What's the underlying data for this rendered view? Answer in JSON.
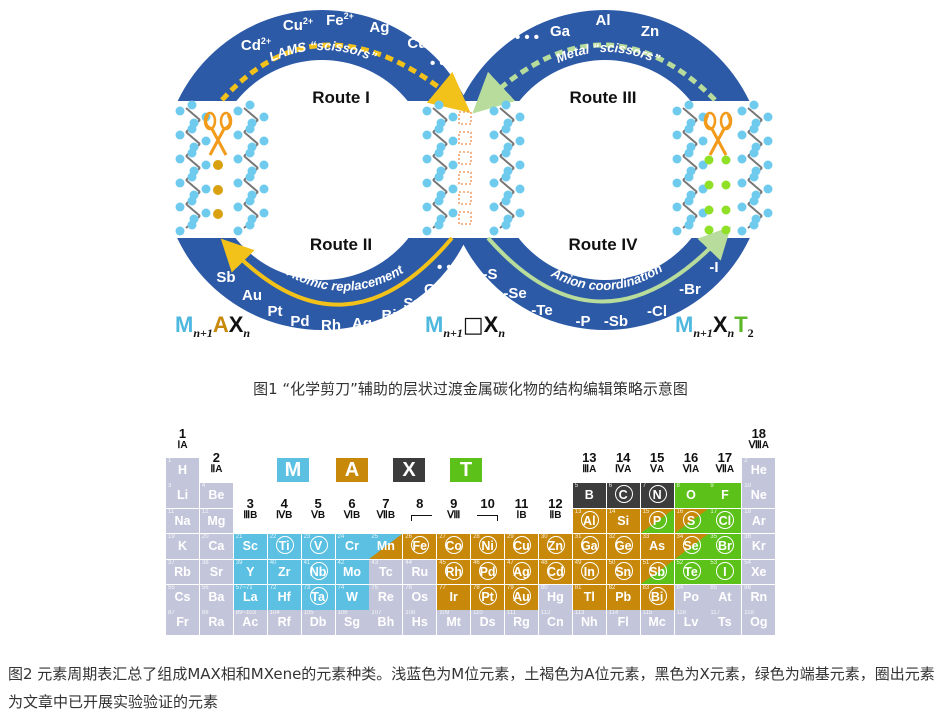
{
  "figure1": {
    "routes": [
      "Route I",
      "Route II",
      "Route III",
      "Route IV"
    ],
    "route1": {
      "label": "LAMS “scissors”",
      "ions": [
        {
          "s": "Cd",
          "c": "2+"
        },
        {
          "s": "Cu",
          "c": "2+"
        },
        {
          "s": "Fe",
          "c": "2+"
        },
        {
          "s": "Ag",
          "c": "+"
        },
        {
          "s": "Cu",
          "c": "+"
        },
        {
          "s": "• • •",
          "c": ""
        }
      ]
    },
    "route3": {
      "label": "Metal “scissors”",
      "ions": [
        "• • •",
        "Ga",
        "Al",
        "Zn"
      ]
    },
    "route2": {
      "label": "Atomic replacement",
      "elements": [
        "Sb",
        "Au",
        "Pt",
        "Pd",
        "Rh",
        "Ag",
        "Bi",
        "Sn",
        "Ga",
        "• • •"
      ]
    },
    "route4": {
      "label": "Anion coordination",
      "elements": [
        "-S",
        "-Se",
        "-Te",
        "-P",
        "-Sb",
        "-Cl",
        "-Br",
        "-I"
      ]
    },
    "formulas": {
      "max": {
        "m": "M",
        "sub1": "n+1",
        "a": "A",
        "x": "X",
        "sub2": "n"
      },
      "vacancy": {
        "m": "M",
        "sub1": "n+1",
        "v": "□",
        "x": "X",
        "sub2": "n"
      },
      "mxene": {
        "m": "M",
        "sub1": "n+1",
        "x": "X",
        "sub2": "n",
        "t": "T",
        "sub3": "2"
      }
    },
    "colors": {
      "ring": "#2d5aa6",
      "m": "#4fb8de",
      "a": "#c8890a",
      "t": "#5cb82a",
      "lams": "#f2c21a",
      "metal": "#b7dc9c"
    }
  },
  "caption1": "图1 “化学剪刀”辅助的层状过渡金属碳化物的结构编辑策略示意图",
  "periodic_table": {
    "legend": [
      {
        "label": "M",
        "color": "#5bc0e2"
      },
      {
        "label": "A",
        "color": "#c8890a"
      },
      {
        "label": "X",
        "color": "#3c3c3c"
      },
      {
        "label": "T",
        "color": "#5cc21a"
      }
    ],
    "groups": [
      {
        "n": "1",
        "r": "ⅠA"
      },
      {
        "n": "2",
        "r": "ⅡA"
      },
      {
        "n": "3",
        "r": "ⅢB"
      },
      {
        "n": "4",
        "r": "ⅣB"
      },
      {
        "n": "5",
        "r": "ⅤB"
      },
      {
        "n": "6",
        "r": "ⅥB"
      },
      {
        "n": "7",
        "r": "ⅦB"
      },
      {
        "n": "8",
        "r": ""
      },
      {
        "n": "9",
        "r": "Ⅷ"
      },
      {
        "n": "10",
        "r": ""
      },
      {
        "n": "11",
        "r": "ⅠB"
      },
      {
        "n": "12",
        "r": "ⅡB"
      },
      {
        "n": "13",
        "r": "ⅢA"
      },
      {
        "n": "14",
        "r": "ⅣA"
      },
      {
        "n": "15",
        "r": "ⅤA"
      },
      {
        "n": "16",
        "r": "ⅥA"
      },
      {
        "n": "17",
        "r": "ⅦA"
      },
      {
        "n": "18",
        "r": "ⅧA"
      }
    ],
    "rows": [
      [
        [
          "H",
          "1"
        ],
        null,
        null,
        null,
        null,
        null,
        null,
        null,
        null,
        null,
        null,
        null,
        null,
        null,
        null,
        null,
        null,
        [
          "He",
          "2"
        ]
      ],
      [
        [
          "Li",
          "3"
        ],
        [
          "Be",
          "4"
        ],
        null,
        null,
        null,
        null,
        null,
        null,
        null,
        null,
        null,
        null,
        [
          "B",
          "5"
        ],
        [
          "C",
          "6"
        ],
        [
          "N",
          "7"
        ],
        [
          "O",
          "8"
        ],
        [
          "F",
          "9"
        ],
        [
          "Ne",
          "10"
        ]
      ],
      [
        [
          "Na",
          "11"
        ],
        [
          "Mg",
          "12"
        ],
        null,
        null,
        null,
        null,
        null,
        null,
        null,
        null,
        null,
        null,
        [
          "Al",
          "13"
        ],
        [
          "Si",
          "14"
        ],
        [
          "P",
          "15"
        ],
        [
          "S",
          "16"
        ],
        [
          "Cl",
          "17"
        ],
        [
          "Ar",
          "18"
        ]
      ],
      [
        [
          "K",
          "19"
        ],
        [
          "Ca",
          "20"
        ],
        [
          "Sc",
          "21"
        ],
        [
          "Ti",
          "22"
        ],
        [
          "V",
          "23"
        ],
        [
          "Cr",
          "24"
        ],
        [
          "Mn",
          "25"
        ],
        [
          "Fe",
          "26"
        ],
        [
          "Co",
          "27"
        ],
        [
          "Ni",
          "28"
        ],
        [
          "Cu",
          "29"
        ],
        [
          "Zn",
          "30"
        ],
        [
          "Ga",
          "31"
        ],
        [
          "Ge",
          "32"
        ],
        [
          "As",
          "33"
        ],
        [
          "Se",
          "34"
        ],
        [
          "Br",
          "35"
        ],
        [
          "Kr",
          "36"
        ]
      ],
      [
        [
          "Rb",
          "37"
        ],
        [
          "Sr",
          "38"
        ],
        [
          "Y",
          "39"
        ],
        [
          "Zr",
          "40"
        ],
        [
          "Nb",
          "41"
        ],
        [
          "Mo",
          "42"
        ],
        [
          "Tc",
          "43"
        ],
        [
          "Ru",
          "44"
        ],
        [
          "Rh",
          "45"
        ],
        [
          "Pd",
          "46"
        ],
        [
          "Ag",
          "47"
        ],
        [
          "Cd",
          "48"
        ],
        [
          "In",
          "49"
        ],
        [
          "Sn",
          "50"
        ],
        [
          "Sb",
          "51"
        ],
        [
          "Te",
          "52"
        ],
        [
          "I",
          "53"
        ],
        [
          "Xe",
          "54"
        ]
      ],
      [
        [
          "Cs",
          "55"
        ],
        [
          "Ba",
          "56"
        ],
        [
          "La",
          "57~71"
        ],
        [
          "Hf",
          "72"
        ],
        [
          "Ta",
          "73"
        ],
        [
          "W",
          "74"
        ],
        [
          "Re",
          "75"
        ],
        [
          "Os",
          "76"
        ],
        [
          "Ir",
          "77"
        ],
        [
          "Pt",
          "78"
        ],
        [
          "Au",
          "79"
        ],
        [
          "Hg",
          "80"
        ],
        [
          "Tl",
          "81"
        ],
        [
          "Pb",
          "82"
        ],
        [
          "Bi",
          "83"
        ],
        [
          "Po",
          "84"
        ],
        [
          "At",
          "85"
        ],
        [
          "Rn",
          "86"
        ]
      ],
      [
        [
          "Fr",
          "87"
        ],
        [
          "Ra",
          "88"
        ],
        [
          "Ac",
          "89~103"
        ],
        [
          "Rf",
          "104"
        ],
        [
          "Db",
          "105"
        ],
        [
          "Sg",
          "106"
        ],
        [
          "Bh",
          "107"
        ],
        [
          "Hs",
          "108"
        ],
        [
          "Mt",
          "109"
        ],
        [
          "Ds",
          "110"
        ],
        [
          "Rg",
          "111"
        ],
        [
          "Cn",
          "112"
        ],
        [
          "Nh",
          "113"
        ],
        [
          "Fl",
          "114"
        ],
        [
          "Mc",
          "115"
        ],
        [
          "Lv",
          "116"
        ],
        [
          "Ts",
          "117"
        ],
        [
          "Og",
          "118"
        ]
      ]
    ],
    "categories": {
      "M": [
        "Sc",
        "Ti",
        "V",
        "Cr",
        "Y",
        "Zr",
        "Nb",
        "Mo",
        "La",
        "Hf",
        "Ta",
        "W"
      ],
      "A": [
        "Fe",
        "Co",
        "Ni",
        "Cu",
        "Zn",
        "Ga",
        "Ge",
        "As",
        "Rh",
        "Pd",
        "Ag",
        "Cd",
        "In",
        "Sn",
        "Ir",
        "Pt",
        "Au",
        "Tl",
        "Pb",
        "Bi",
        "Al",
        "Si"
      ],
      "X": [
        "B",
        "C",
        "N"
      ],
      "T": [
        "O",
        "F",
        "Cl",
        "Br",
        "Te",
        "I"
      ],
      "M/A": [
        "Mn"
      ],
      "A/T": [
        "P",
        "S",
        "Se",
        "Sb"
      ]
    },
    "circled": [
      "Ti",
      "V",
      "Nb",
      "Ta",
      "Fe",
      "Co",
      "Ni",
      "Cu",
      "Zn",
      "Rh",
      "Pd",
      "Ag",
      "Cd",
      "Pt",
      "Au",
      "Al",
      "Ga",
      "Ge",
      "In",
      "Sn",
      "Bi",
      "P",
      "S",
      "Se",
      "Sb",
      "Te",
      "Cl",
      "Br",
      "I",
      "C",
      "N"
    ],
    "colors": {
      "none": "#c3c6da",
      "M": "#5bc0e2",
      "A": "#c8890a",
      "X": "#3c3c3c",
      "T": "#5cc21a"
    }
  },
  "caption2": "图2 元素周期表汇总了组成MAX相和MXene的元素种类。浅蓝色为M位元素，土褐色为A位元素，黑色为X元素，绿色为端基元素，圈出元素为文章中已开展实验验证的元素"
}
